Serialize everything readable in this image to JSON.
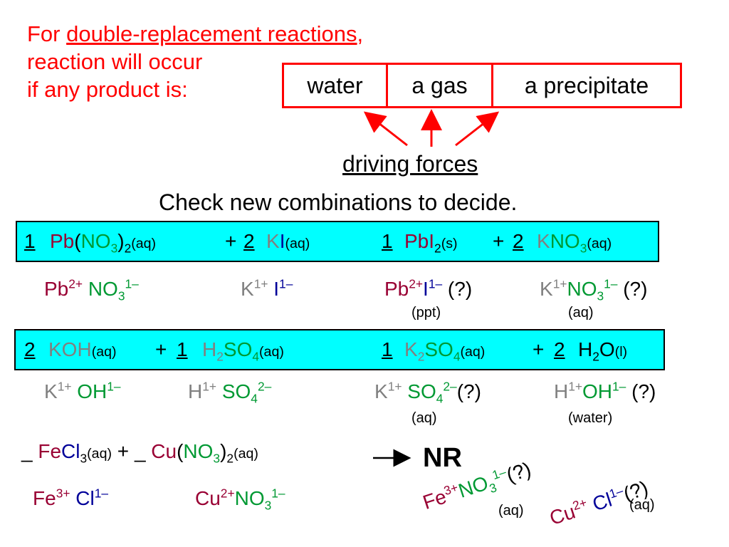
{
  "intro": {
    "line1_prefix": "For ",
    "line1_underlined": "double-replacement reactions",
    "line1_suffix": ",",
    "line2": "reaction will occur",
    "line3": "if any product is:"
  },
  "driving_forces": {
    "cells": [
      "water",
      "a gas",
      "a precipitate"
    ],
    "label": "driving forces"
  },
  "instruction": "Check new combinations to decide.",
  "arrow_glyph": "⟶",
  "plus": "+",
  "eq1": {
    "c1": "1",
    "pb": "Pb",
    "paren_open": "(",
    "no": "NO",
    "no_sub": "3",
    "paren_close": ")",
    "sub2": "2",
    "aq": "(aq)",
    "c2": "2",
    "k": "K",
    "i": "I",
    "aq2": "(aq)",
    "c3": "1",
    "pbi": "PbI",
    "pbi_sub": "2",
    "s": "(s)",
    "c4": "2",
    "k2": "K",
    "no2": "NO",
    "no2_sub": "3",
    "aq3": "(aq)"
  },
  "ions1": {
    "pb": "Pb",
    "pb_charge": "2+",
    "no3": "NO",
    "no3_sub": "3",
    "no3_charge": "1–",
    "k": "K",
    "k_charge": "1+",
    "i": "I",
    "i_charge": "1–",
    "p1_pb": "Pb",
    "p1_pb_charge": "2+",
    "p1_i": "I",
    "p1_i_charge": "1–",
    "p1_q": "(?)",
    "p1_state": "(ppt)",
    "p2_k": "K",
    "p2_k_charge": "1+",
    "p2_no": "NO",
    "p2_no_sub": "3",
    "p2_no_charge": "1–",
    "p2_q": "(?)",
    "p2_state": "(aq)"
  },
  "eq2": {
    "c1": "2",
    "koh": "KOH",
    "aq": "(aq)",
    "c2": "1",
    "h": "H",
    "h_sub": "2",
    "so": "SO",
    "so_sub": "4",
    "aq2": "(aq)",
    "c3": "1",
    "k": "K",
    "k_sub": "2",
    "so2": "SO",
    "so2_sub": "4",
    "aq3": "(aq)",
    "c4": "2",
    "h2o_h": "H",
    "h2o_sub": "2",
    "h2o_o": "O",
    "l": "(l)"
  },
  "ions2": {
    "k": "K",
    "k_charge": "1+",
    "oh": "OH",
    "oh_charge": "1–",
    "h": "H",
    "h_charge": "1+",
    "so": "SO",
    "so_sub": "4",
    "so_charge": "2–",
    "p1_k": "K",
    "p1_k_charge": "1+",
    "p1_so": "SO",
    "p1_so_sub": "4",
    "p1_so_charge": "2–",
    "p1_q": "(?)",
    "p1_state": "(aq)",
    "p2_h": "H",
    "p2_h_charge": "1+",
    "p2_oh": "OH",
    "p2_oh_charge": "1–",
    "p2_q": "(?)",
    "p2_state": "(water)"
  },
  "eq3": {
    "blank1": "_",
    "fe": "Fe",
    "cl": "Cl",
    "cl_sub": "3",
    "aq": "(aq)",
    "blank2": "_",
    "cu": "Cu",
    "paren_open": "(",
    "no": "NO",
    "no_sub": "3",
    "paren_close": ")",
    "sub2": "2",
    "aq2": "(aq)",
    "nr": "NR"
  },
  "ions3": {
    "fe": "Fe",
    "fe_charge": "3+",
    "cl": "Cl",
    "cl_charge": "1–",
    "cu": "Cu",
    "cu_charge": "2+",
    "no": "NO",
    "no_sub": "3",
    "no_charge": "1–",
    "p1_fe": "Fe",
    "p1_fe_charge": "3+",
    "p1_no": "NO",
    "p1_no_sub": "3",
    "p1_no_charge": "1–",
    "p1_q": "(?)",
    "p1_state": "(aq)",
    "p2_cu": "Cu",
    "p2_cu_charge": "2+",
    "p2_cl": "Cl",
    "p2_cl_charge": "1–",
    "p2_q": "(?)",
    "p2_state": "(aq)"
  },
  "colors": {
    "red": "#ff0000",
    "dark_red": "#990033",
    "green": "#009933",
    "gray": "#808080",
    "navy": "#000099",
    "cyan_box": "#00ffff"
  }
}
